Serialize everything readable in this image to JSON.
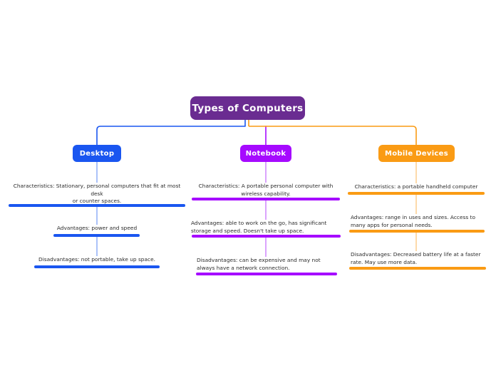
{
  "diagram": {
    "title": "Types of Computers",
    "type": "mind-map",
    "root": {
      "label": "Types of Computers",
      "color": "#6a2c91"
    },
    "branches": [
      {
        "id": "desktop",
        "label": "Desktop",
        "color": "#1a56f0",
        "connector_color": "#1a56f0",
        "leaves": [
          {
            "id": "d0",
            "label": "Characteristics: Stationary, personal computers that fit at most desk\nor counter spaces.",
            "align": "center"
          },
          {
            "id": "d1",
            "label": "Advantages: power and speed",
            "align": "center"
          },
          {
            "id": "d2",
            "label": "Disadvantages: not portable, take up space.",
            "align": "center"
          }
        ]
      },
      {
        "id": "notebook",
        "label": "Notebook",
        "color": "#a60aff",
        "connector_color": "#a60aff",
        "leaves": [
          {
            "id": "n0",
            "label": "Characteristics: A portable personal computer with wireless capability.",
            "align": "center"
          },
          {
            "id": "n1",
            "label": "Advantages: able to work on the go, has significant storage and speed. Doesn't take up space.",
            "align": "left"
          },
          {
            "id": "n2",
            "label": "Disadvantages: can be expensive and may not always have a network connection.",
            "align": "left"
          }
        ]
      },
      {
        "id": "mobile",
        "label": "Mobile Devices",
        "color": "#fa9b14",
        "connector_color": "#fa9b14",
        "leaves": [
          {
            "id": "m0",
            "label": "Characteristics: a portable handheld computer",
            "align": "center"
          },
          {
            "id": "m1",
            "label": "Advantages: range in uses and sizes. Access to many apps for personal needs.",
            "align": "left"
          },
          {
            "id": "m2",
            "label": "Disadvantages: Decreased battery life at a faster rate. May use more data.",
            "align": "left"
          }
        ]
      }
    ],
    "colors": {
      "root": "#6a2c91",
      "desktop": "#1a56f0",
      "notebook": "#a60aff",
      "mobile": "#fa9b14",
      "background": "#ffffff",
      "text": "#2b2b2b"
    }
  }
}
